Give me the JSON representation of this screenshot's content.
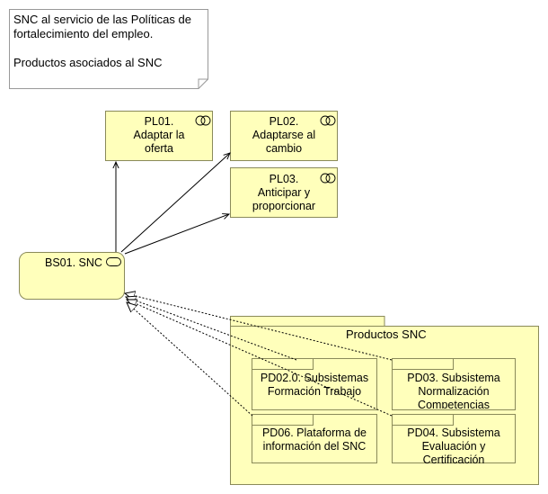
{
  "note": {
    "lines": [
      "SNC al servicio de las Políticas de",
      "fortalecimiento del empleo.",
      "",
      "Productos asociados al SNC"
    ]
  },
  "service": {
    "label": "BS01. SNC"
  },
  "policies": [
    {
      "lines": [
        "PL01.",
        "Adaptar la",
        "oferta"
      ]
    },
    {
      "lines": [
        "PL02.",
        "Adaptarse al",
        "cambio"
      ]
    },
    {
      "lines": [
        "PL03.",
        "Anticipar y",
        "proporcionar"
      ]
    }
  ],
  "group": {
    "title": "Productos SNC",
    "products": [
      {
        "lines": [
          "PD02.0. Subsistemas",
          "Formación Trabajo"
        ]
      },
      {
        "lines": [
          "PD03. Subsistema",
          "Normalización",
          "Competencias"
        ]
      },
      {
        "lines": [
          "PD06. Plataforma de",
          "información del SNC"
        ]
      },
      {
        "lines": [
          "PD04. Subsistema",
          "Evaluación y",
          "Certificación"
        ]
      }
    ]
  },
  "colors": {
    "fill": "#ffffbb",
    "border": "#8a8a5a",
    "line": "#000000",
    "note_border": "#999999"
  }
}
